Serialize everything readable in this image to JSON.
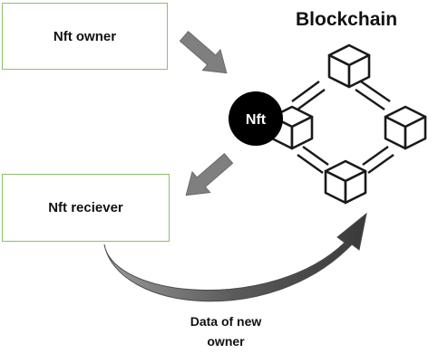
{
  "diagram": {
    "title": "Blockchain",
    "owner_box": "Nft owner",
    "receiver_box": "Nft reciever",
    "nft_token": "Nft",
    "caption_line1": "Data of new",
    "caption_line2": "owner",
    "colors": {
      "box_border": "#8fbf6a",
      "arrow_fill": "#7f7f7f",
      "cube_stroke": "#1a1a1a",
      "nft_circle": "#000000"
    },
    "icons": [
      "cube-icon",
      "arrow-icon"
    ]
  }
}
